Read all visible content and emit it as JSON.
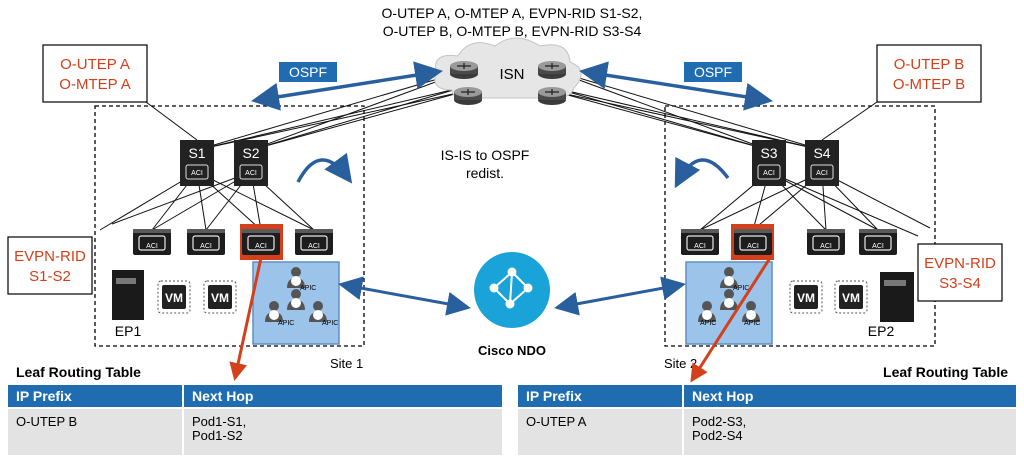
{
  "header": {
    "line1": "O-UTEP A, O-MTEP A, EVPN-RID S1-S2,",
    "line2": "O-UTEP B, O-MTEP B, EVPN-RID S3-S4"
  },
  "isn_label": "ISN",
  "ospf_label": "OSPF",
  "redist": {
    "line1": "IS-IS to OSPF",
    "line2": "redist."
  },
  "callouts": {
    "left_tep": {
      "line1": "O-UTEP A",
      "line2": "O-MTEP A"
    },
    "right_tep": {
      "line1": "O-UTEP B",
      "line2": "O-MTEP B"
    },
    "left_evpn": {
      "line1": "EVPN-RID",
      "line2": "S1-S2"
    },
    "right_evpn": {
      "line1": "EVPN-RID",
      "line2": "S3-S4"
    }
  },
  "spines": {
    "s1": "S1",
    "s2": "S2",
    "s3": "S3",
    "s4": "S4"
  },
  "aci_label": "ACI",
  "vm_label": "VM",
  "apic_label": "APIC",
  "endpoints": {
    "ep1": "EP1",
    "ep2": "EP2"
  },
  "sites": {
    "site1": "Site 1",
    "site2": "Site 2"
  },
  "ndo_label": "Cisco NDO",
  "tables": {
    "left": {
      "title": "Leaf Routing Table",
      "col1": "IP Prefix",
      "col2": "Next Hop",
      "prefix": "O-UTEP B",
      "hop1": "Pod1-S1,",
      "hop2": "Pod1-S2"
    },
    "right": {
      "title": "Leaf Routing Table",
      "col1": "IP Prefix",
      "col2": "Next Hop",
      "prefix": "O-UTEP A",
      "hop1": "Pod2-S3,",
      "hop2": "Pod2-S4"
    }
  },
  "colors": {
    "accent_red": "#d2401c",
    "blue": "#1f6db0",
    "arrow_blue": "#2a5f9e",
    "apic_bg": "#9cc3ea",
    "ndo": "#1aa3d8"
  }
}
